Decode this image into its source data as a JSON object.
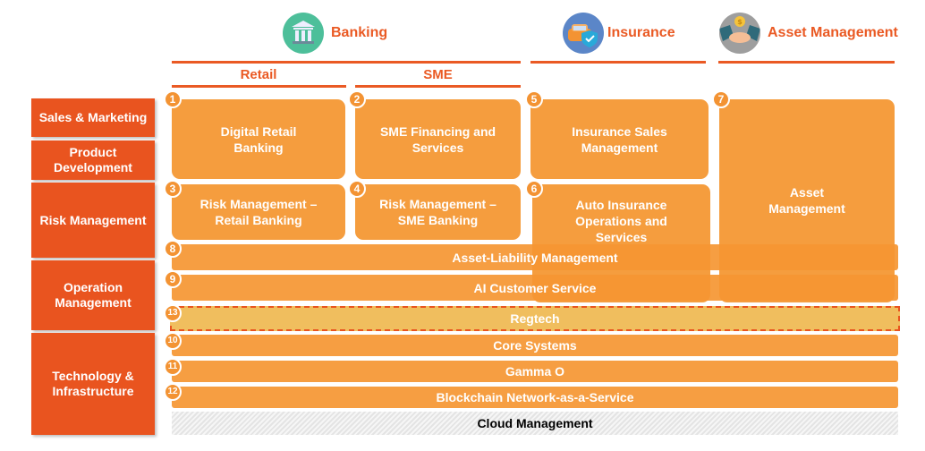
{
  "segments": {
    "banking": {
      "label": "Banking",
      "icon": "bank-building-icon"
    },
    "insurance": {
      "label": "Insurance",
      "icon": "car-shield-icon"
    },
    "asset_management": {
      "label": "Asset Management",
      "icon": "handshake-coin-icon"
    }
  },
  "sub_segments": {
    "retail": "Retail",
    "sme": "SME"
  },
  "row_labels": [
    "Sales & Marketing",
    "Product Development",
    "Risk Management",
    "Operation Management",
    "Technology & Infrastructure"
  ],
  "boxes": [
    {
      "num": "1",
      "label": "Digital Retail Banking"
    },
    {
      "num": "2",
      "label": "SME Financing and Services"
    },
    {
      "num": "3",
      "label": "Risk Management – Retail Banking"
    },
    {
      "num": "4",
      "label": "Risk Management – SME Banking"
    },
    {
      "num": "5",
      "label": "Insurance Sales Management"
    },
    {
      "num": "6",
      "label": "Auto Insurance Operations and Services"
    },
    {
      "num": "7",
      "label": "Asset Management"
    }
  ],
  "bands": [
    {
      "num": "8",
      "label": "Asset-Liability Management"
    },
    {
      "num": "9",
      "label": "AI Customer Service"
    },
    {
      "num": "13",
      "label": "Regtech"
    },
    {
      "num": "10",
      "label": "Core Systems"
    },
    {
      "num": "11",
      "label": "Gamma O"
    },
    {
      "num": "12",
      "label": "Blockchain Network-as-a-Service"
    }
  ],
  "cloud": "Cloud Management",
  "colors": {
    "accent": "#EA5A24",
    "box": "#F59D3E",
    "regtech": "#F0BE5E"
  }
}
